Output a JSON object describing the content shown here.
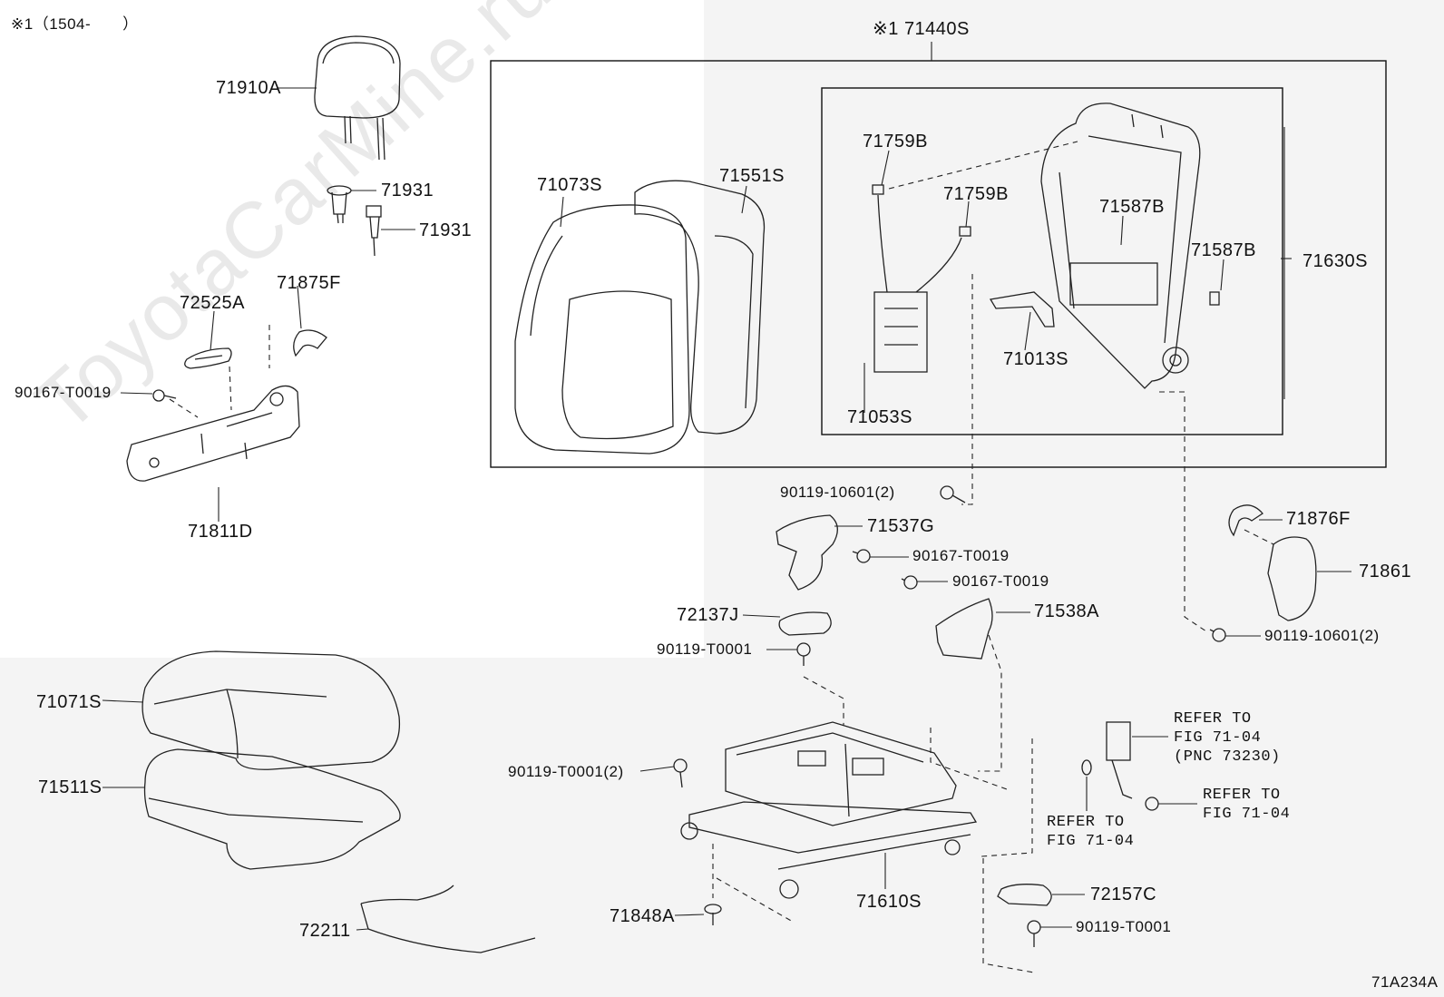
{
  "header_note": "※1（1504-　　）",
  "corner_code": "71A234A",
  "watermark": "ToyotaCarMine.ru",
  "group_label": "※1 71440S",
  "labels": {
    "p71910A": "71910A",
    "p71931a": "71931",
    "p71931b": "71931",
    "p72525A": "72525A",
    "p71875F": "71875F",
    "p90167_left": "90167-T0019",
    "p71811D": "71811D",
    "p71073S": "71073S",
    "p71551S": "71551S",
    "p71759B_a": "71759B",
    "p71759B_b": "71759B",
    "p71587B_a": "71587B",
    "p71587B_b": "71587B",
    "p71630S": "71630S",
    "p71013S": "71013S",
    "p71053S": "71053S",
    "p90119_10601_mid": "90119-10601(2)",
    "p71537G": "71537G",
    "p90167_mid1": "90167-T0019",
    "p90167_mid2": "90167-T0019",
    "p71538A": "71538A",
    "p71876F": "71876F",
    "p71861": "71861",
    "p90119_10601_right": "90119-10601(2)",
    "p72137J": "72137J",
    "p90119_T0001_a": "90119-T0001",
    "p71071S": "71071S",
    "p71511S": "71511S",
    "p90119_T0001_2": "90119-T0001(2)",
    "p71848A": "71848A",
    "p71610S": "71610S",
    "p72211": "72211",
    "p72157C": "72157C",
    "p90119_T0001_b": "90119-T0001"
  },
  "refs": {
    "ref1": "REFER TO\nFIG 71-04\n(PNC 73230)",
    "ref2": "REFER TO\nFIG 71-04",
    "ref3": "REFER TO\nFIG 71-04"
  }
}
